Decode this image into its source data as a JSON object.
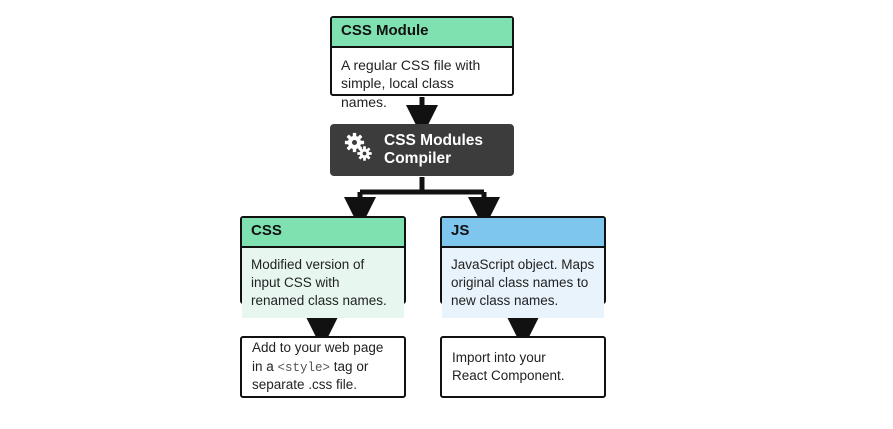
{
  "diagram": {
    "title": "CSS Modules compilation flow",
    "colors": {
      "header_green": "#7fe0b0",
      "header_blue": "#7fc6ef",
      "compiler_bg": "#3c3c3c",
      "outline": "#111111",
      "text": "#222222"
    },
    "nodes": {
      "css_module": {
        "header": "CSS Module",
        "body": "A regular CSS file with simple, local class names."
      },
      "compiler": {
        "label_line1": "CSS Modules",
        "label_line2": "Compiler",
        "icon": "gears-icon"
      },
      "css_output": {
        "header": "CSS",
        "body": "Modified version of input CSS with renamed class names."
      },
      "js_output": {
        "header": "JS",
        "body": "JavaScript object. Maps original class names to new class names."
      },
      "css_leaf": {
        "text_part1": "Add to your web page in a ",
        "text_code": "<style>",
        "text_part2": " tag or separate .css file."
      },
      "js_leaf": {
        "line1": "Import into your",
        "line2": "React Component."
      }
    }
  }
}
